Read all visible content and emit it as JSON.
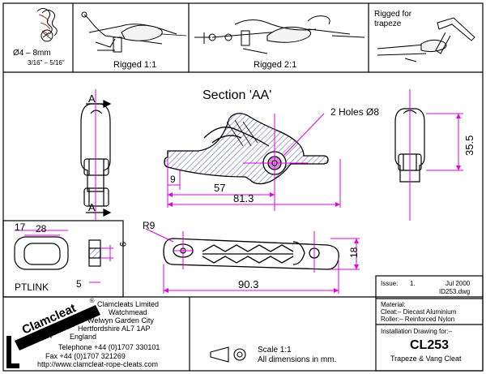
{
  "top_panels": {
    "rope_size": "Ø4 – 8mm",
    "rope_size_inch": "3/16\" – 5/16\"",
    "rigged_1": "Rigged 1:1",
    "rigged_2": "Rigged 2:1",
    "rigged_trapeze_line1": "Rigged for",
    "rigged_trapeze_line2": "trapeze"
  },
  "section_view": {
    "title": "Section 'AA'",
    "arrow_label_top": "A",
    "arrow_label_bottom": "A",
    "holes_note": "2 Holes Ø8",
    "dim_9": "9",
    "dim_57": "57",
    "dim_81_3": "81.3",
    "dim_35_5": "35.5"
  },
  "plan_view": {
    "radius_note": "R9",
    "dim_90_3": "90.3",
    "dim_18": "18"
  },
  "link_view": {
    "dim_17": "17",
    "dim_28": "28",
    "dim_9": "9",
    "dim_5": "5",
    "part_name": "PTLINK"
  },
  "company": {
    "name": "Clamcleats Limited",
    "address1": "Watchmead",
    "address2": "Welwyn Garden City",
    "address3": "Hertfordshire AL7 1AP",
    "address4": "England",
    "telephone": "Telephone +44 (0)1707 330101",
    "fax": "Fax +44 (0)1707 321269",
    "website": "http://www.clamcleat-rope-cleats.com",
    "logo_text": "Clamcleat",
    "logo_registered": "®",
    "logo_subtext": "Rope cleats"
  },
  "scale_note": {
    "scale": "Scale 1:1",
    "units": "All dimensions in mm."
  },
  "title_block": {
    "issue_label": "Issue:",
    "issue_value": "1.",
    "date": "Jul 2000",
    "file": "ID253.dwg",
    "material_label": "Material:",
    "cleat_material": "Cleat:– Diecast Aluminium",
    "roller_material": "Roller:– Reinforced Nylon",
    "installation_label": "Installation Drawing for:–",
    "part_number": "CL253",
    "part_description": "Trapeze & Vang Cleat"
  },
  "colors": {
    "line": "#000000",
    "dimension": "#e000e0",
    "hatch": "#8080c0",
    "background": "#ffffff"
  }
}
